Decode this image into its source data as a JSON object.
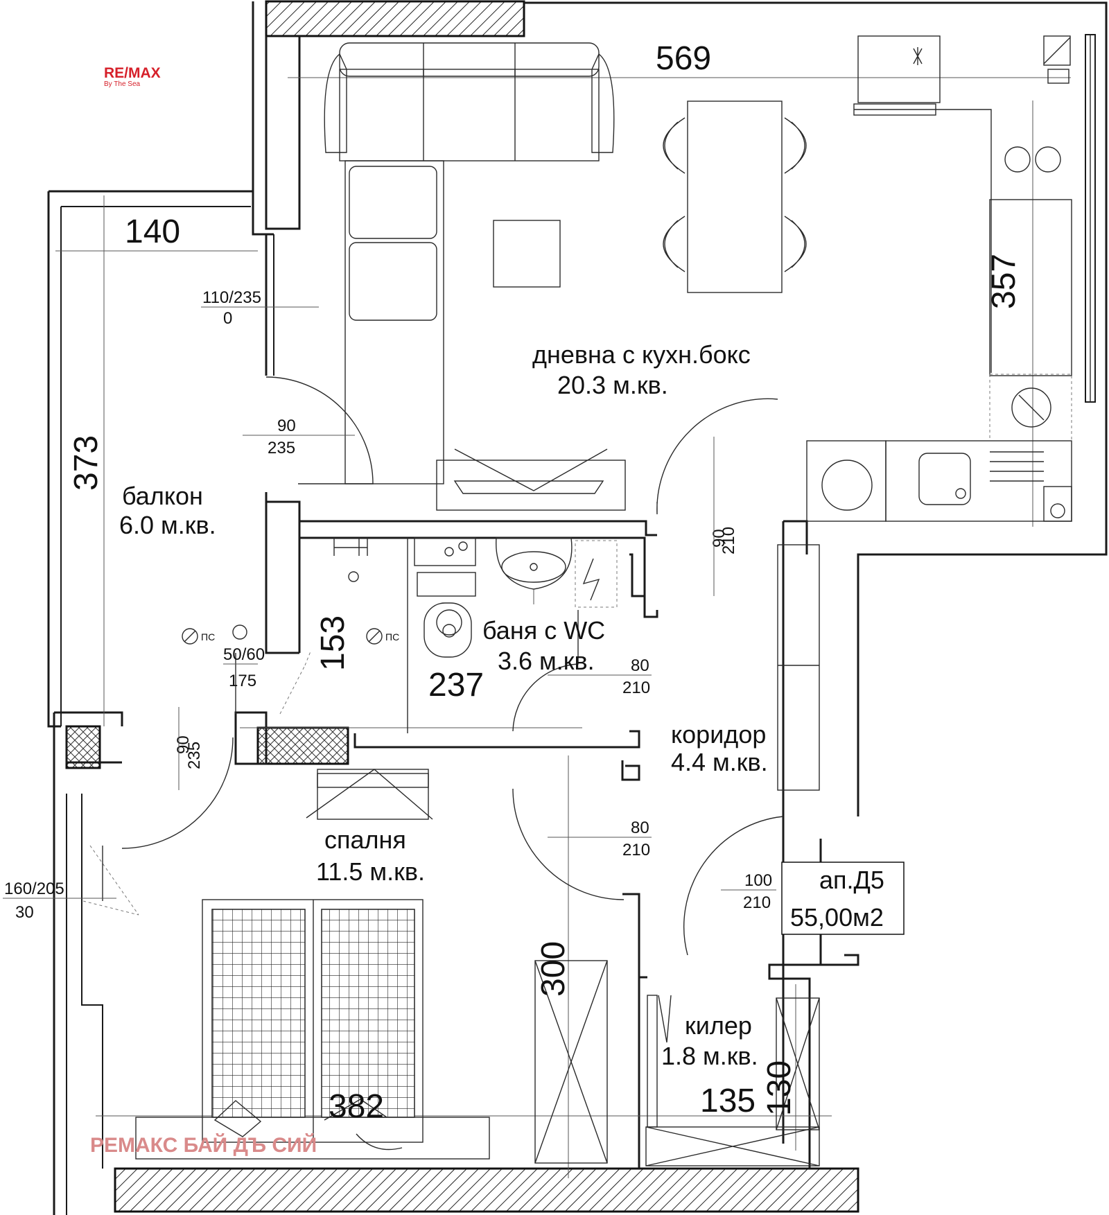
{
  "logo": {
    "brand": "RE/MAX",
    "tagline": "By The Sea"
  },
  "watermark": "РЕМАКС БАЙ ДЪ СИЙ",
  "apartment": {
    "code": "ап.Д5",
    "area": "55,00м2"
  },
  "rooms": {
    "living": {
      "name": "дневна с кухн.бокс",
      "area": "20.3 м.кв."
    },
    "balcony": {
      "name": "балкон",
      "area": "6.0 м.кв."
    },
    "bath": {
      "name": "баня с WC",
      "area": "3.6 м.кв."
    },
    "corridor": {
      "name": "коридор",
      "area": "4.4 м.кв."
    },
    "bedroom": {
      "name": "спалня",
      "area": "11.5 м.кв."
    },
    "storage": {
      "name": "килер",
      "area": "1.8 м.кв."
    }
  },
  "dimensions": {
    "living_width": "569",
    "kitchen_height": "357",
    "balcony_width": "140",
    "balcony_height": "373",
    "bath_inner": "153",
    "bath_width": "237",
    "bedroom_width": "382",
    "wardrobe_length": "300",
    "storage_width": "135",
    "storage_height": "130"
  },
  "openings": {
    "win_balcony_top": {
      "top": "110/235",
      "bottom": "0"
    },
    "door_living_balcony": {
      "top": "90",
      "bottom": "235"
    },
    "door_entry_kitchen": {
      "top": "90",
      "bottom": "210"
    },
    "win_small": {
      "top": "50/60",
      "bottom": "175"
    },
    "door_bath": {
      "top": "80",
      "bottom": "210"
    },
    "door_bed_balcony": {
      "top": "90",
      "bottom": "235"
    },
    "door_bedroom": {
      "top": "80",
      "bottom": "210"
    },
    "door_entrance": {
      "top": "100",
      "bottom": "210"
    },
    "win_bedroom": {
      "top": "160/205",
      "bottom": "30"
    }
  },
  "shaft_label": "ПС",
  "colors": {
    "brand_red": "#d6202a",
    "brand_blue": "#1f4fa0",
    "watermark": "#d98a8a"
  }
}
